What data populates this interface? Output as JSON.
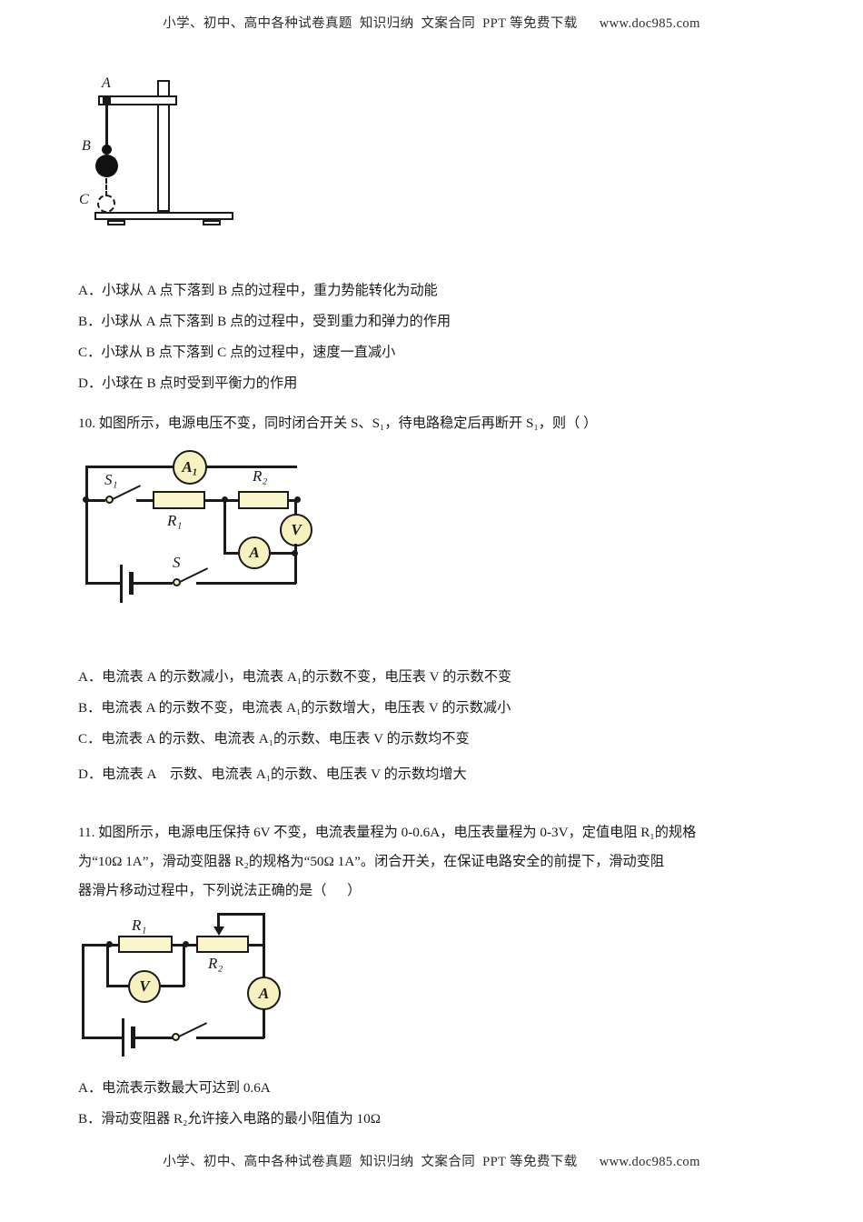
{
  "watermark": {
    "text": "小学、初中、高中各种试卷真题  知识归纳  文案合同  PPT 等免费下载      www.doc985.com"
  },
  "figure_ball": {
    "label_a": "A",
    "label_b": "B",
    "label_c": "C"
  },
  "question_9_options": [
    "A．小球从 A 点下落到 B 点的过程中，重力势能转化为动能",
    "B．小球从 A 点下落到 B 点的过程中，受到重力和弹力的作用",
    "C．小球从 B 点下落到 C 点的过程中，速度一直减小",
    "D．小球在 B 点时受到平衡力的作用"
  ],
  "question_10": {
    "stem": "10. 如图所示，电源电压不变，同时闭合开关 S、S₁，待电路稳定后再断开 S₁，则（      ）",
    "figure": {
      "ammeter_1": "A₁",
      "ammeter_2": "A",
      "voltmeter": "V",
      "resistor_1": "R₁",
      "resistor_2": "R₂",
      "switch_1": "S₁",
      "switch_2": "S"
    },
    "options": [
      "A．电流表 A 的示数减小，电流表 A₁的示数不变，电压表 V 的示数不变",
      "B．电流表 A 的示数不变，电流表 A₁的示数增大，电压表 V 的示数减小",
      "C．电流表 A 的示数、电流表 A₁的示数、电压表 V 的示数均不变",
      "D．电流表 A    示数、电流表 A₁的示数、电压表 V 的示数均增大"
    ]
  },
  "question_11": {
    "stem_line1": "11. 如图所示，电源电压保持 6V 不变，电流表量程为 0-0.6A，电压表量程为 0-3V，定值电阻 R₁的规格",
    "stem_line2": "为“10Ω 1A”，滑动变阻器 R₂的规格为“50Ω 1A”。闭合开关，在保证电路安全的前提下，滑动变阻",
    "stem_line3": "器滑片移动过程中，下列说法正确的是（      ）",
    "figure": {
      "resistor_1": "R₁",
      "resistor_2": "R₂",
      "voltmeter": "V",
      "ammeter": "A"
    },
    "options": [
      "A．电流表示数最大可达到 0.6A",
      "B．滑动变阻器 R₂允许接入电路的最小阻值为 10Ω"
    ]
  }
}
